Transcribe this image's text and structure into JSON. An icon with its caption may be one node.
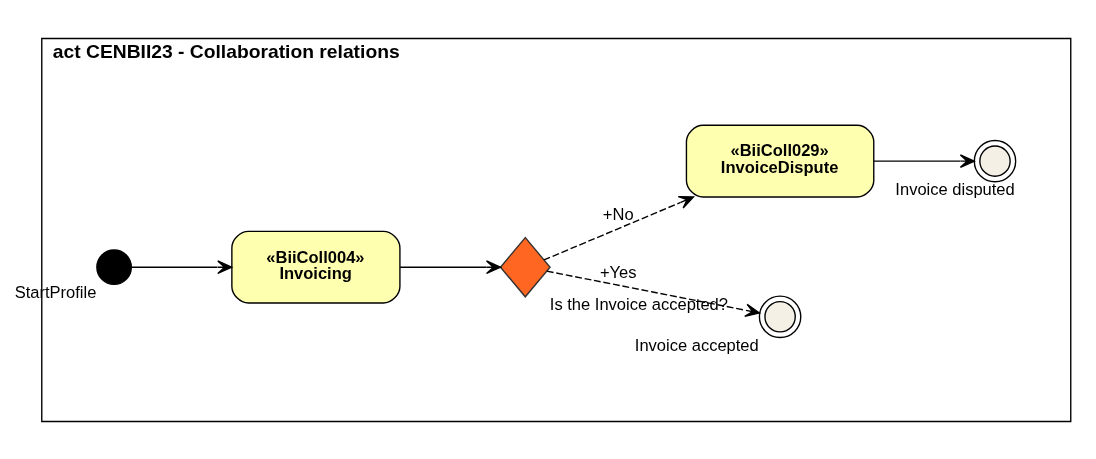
{
  "diagram": {
    "nodes": [
      {
        "text": [
          "act CENBII23 - Collaboration relations"
        ]
      },
      {
        "text": [],
        "shape": "circle",
        "beside": [
          "StartProfile"
        ],
        "in": 0
      },
      {
        "text": [
          "«BiiColl004»",
          "Invoicing"
        ],
        "in": 0
      },
      {
        "text": [],
        "shape": "diamond",
        "beside": [
          "Is the Invoice accepted?"
        ],
        "in": 0
      },
      {
        "text": [],
        "shape": "circle",
        "beside": [
          "Invoice accepted"
        ],
        "in": 0
      },
      {
        "text": [
          "«BiiColl029»",
          "InvoiceDispute"
        ],
        "in": 0
      },
      {
        "text": [],
        "shape": "circle",
        "beside": [
          "Invoice disputed"
        ],
        "in": 0
      }
    ],
    "edges": [
      {
        "from": 1,
        "to": 2,
        "arrow": "to"
      },
      {
        "from": 2,
        "to": 3,
        "arrow": "to"
      },
      {
        "from": 3,
        "to": 4,
        "arrow": "to",
        "label": "+Yes",
        "style": "dashed"
      },
      {
        "from": 3,
        "to": 5,
        "arrow": "to",
        "label": "+No",
        "style": "dashed"
      },
      {
        "from": 5,
        "to": 6,
        "arrow": "to"
      }
    ]
  }
}
